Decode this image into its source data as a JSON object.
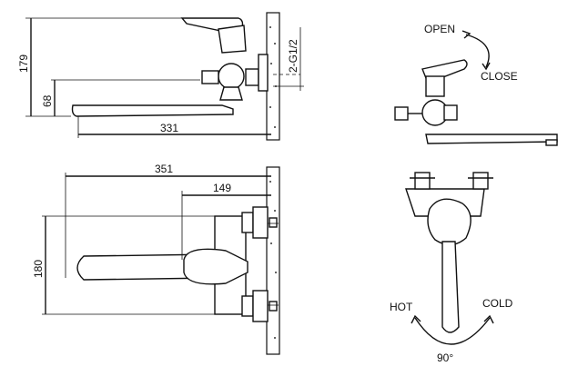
{
  "dimensions": {
    "side_height_total": "179",
    "side_height_spout": "68",
    "side_spout_length": "331",
    "thread": "2-G1/2",
    "top_total_length": "351",
    "top_inner_length": "149",
    "top_width": "180"
  },
  "operation": {
    "open": "OPEN",
    "close": "CLOSE",
    "hot": "HOT",
    "cold": "COLD",
    "angle": "90°"
  }
}
